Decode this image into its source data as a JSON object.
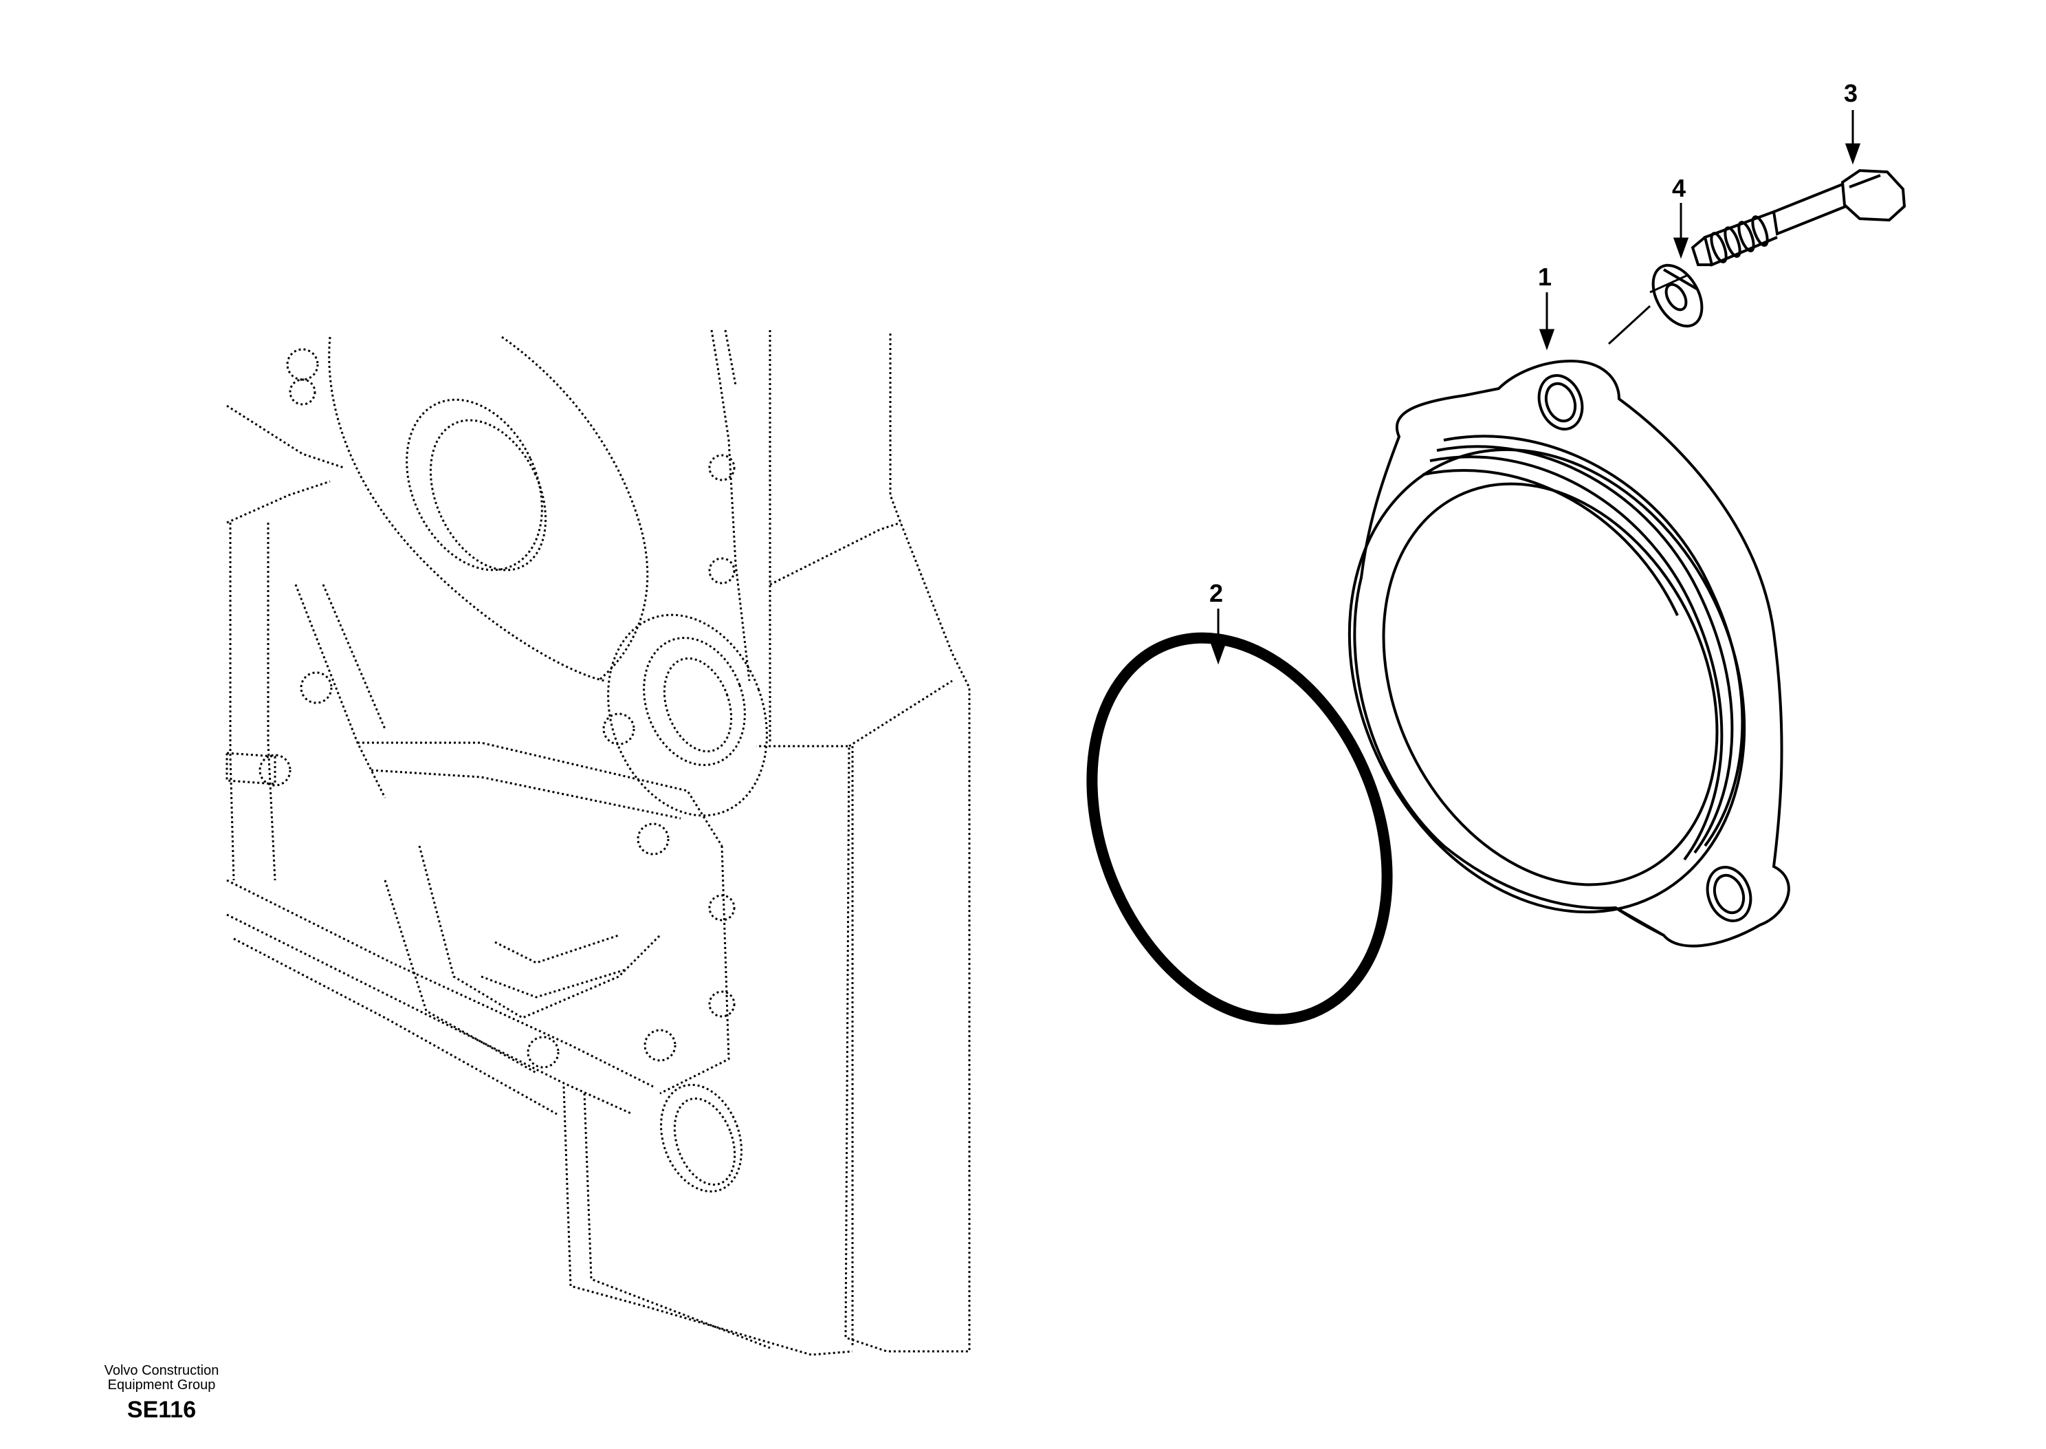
{
  "callouts": [
    {
      "id": "1",
      "label": "1"
    },
    {
      "id": "2",
      "label": "2"
    },
    {
      "id": "3",
      "label": "3"
    },
    {
      "id": "4",
      "label": "4"
    }
  ],
  "footer": {
    "company_line1": "Volvo Construction",
    "company_line2": "Equipment Group",
    "code": "SE116"
  },
  "colors": {
    "ink": "#000000",
    "background": "#ffffff"
  }
}
